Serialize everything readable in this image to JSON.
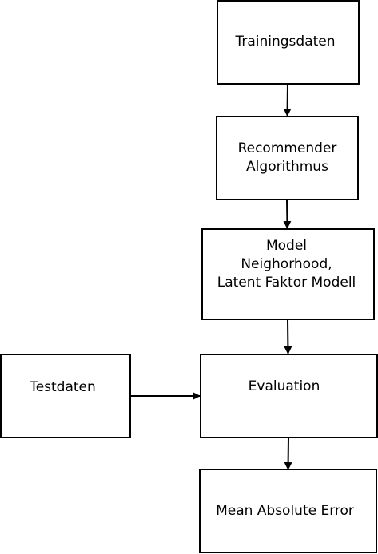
{
  "nodes": {
    "trainingsdaten": {
      "lines": [
        "Trainingsdaten"
      ]
    },
    "recommender": {
      "lines": [
        "Recommender",
        "Algorithmus"
      ]
    },
    "model": {
      "lines": [
        "Model",
        "Neighorhood,",
        "Latent Faktor Modell"
      ]
    },
    "testdaten": {
      "lines": [
        "Testdaten"
      ]
    },
    "evaluation": {
      "lines": [
        "Evaluation"
      ]
    },
    "mae": {
      "lines": [
        "Mean Absolute Error"
      ]
    }
  },
  "edges": [
    {
      "from": "trainingsdaten",
      "to": "recommender"
    },
    {
      "from": "recommender",
      "to": "model"
    },
    {
      "from": "model",
      "to": "evaluation"
    },
    {
      "from": "testdaten",
      "to": "evaluation"
    },
    {
      "from": "evaluation",
      "to": "mae"
    }
  ]
}
